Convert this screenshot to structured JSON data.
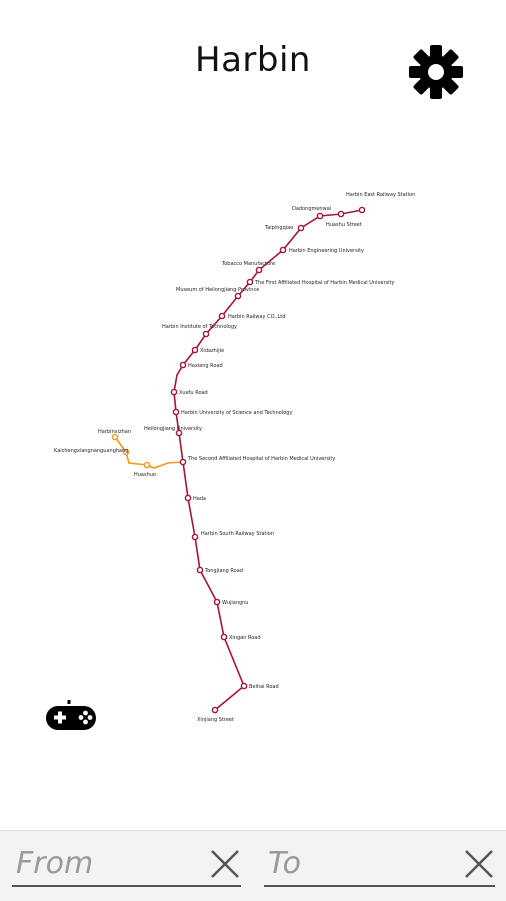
{
  "header": {
    "city_title": "Harbin"
  },
  "icons": {
    "settings": "gear-icon",
    "game": "gamepad-icon",
    "clear": "close-icon"
  },
  "colors": {
    "line1": "#a3153a",
    "line3": "#f2961e"
  },
  "map": {
    "line1_stations": [
      "Harbin East Railway Station",
      "Dadongmenwai",
      "Huashu Street",
      "Taipingqiao",
      "Harbin Engineering University",
      "Tobacco Manufacture",
      "The First Affiliated Hospital of Harbin Medical University",
      "Museum of Heilongjiang Province",
      "Harbin Railway CO.,Ltd",
      "Harbin Institute of Technology",
      "Xidazhijie",
      "Haxiang Road",
      "Xuefu Road",
      "Harbin University of Science and Technology",
      "Heilongjiang University",
      "The Second Affiliated Hospital of Harbin Medical University",
      "Hada",
      "Harbin South Railway Station",
      "Tongjiang Road",
      "Wujiangnu",
      "Xingan Road",
      "Beihai Road",
      "Xinjiang Street"
    ],
    "line3_stations": [
      "Harbinxizhan",
      "Kaichengxiangnanguanghang",
      "Huashuo"
    ]
  },
  "search": {
    "from_placeholder": "From",
    "to_placeholder": "To"
  }
}
